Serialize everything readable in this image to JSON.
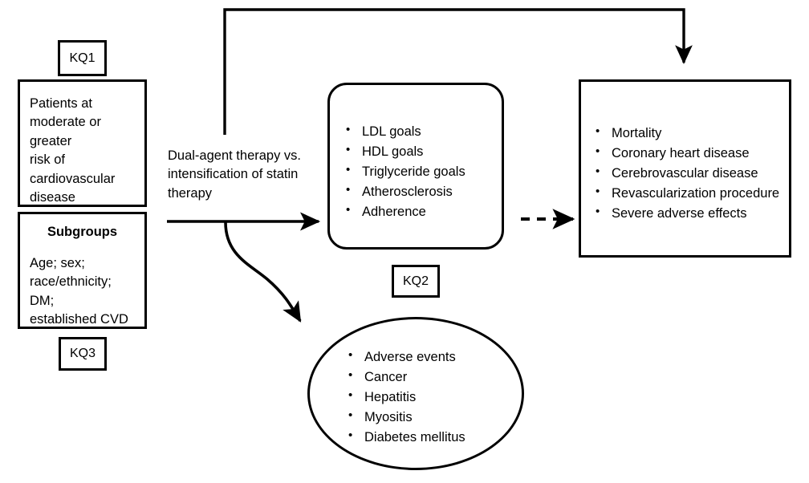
{
  "diagram": {
    "type": "analytic-framework",
    "title": "",
    "background_color": "#ffffff",
    "line_color": "#000000",
    "text_color": "#000000"
  },
  "nodes": {
    "kq1_tag": {
      "label": "KQ1"
    },
    "kq2_tag": {
      "label": "KQ2"
    },
    "kq3_tag": {
      "label": "KQ3"
    },
    "population_box": {
      "text": "Patients at\nmoderate or greater\nrisk of\ncardiovascular\ndisease"
    },
    "subgroups_box": {
      "title": "Subgroups",
      "text": "Age; sex;\nrace/ethnicity; DM;\nestablished CVD"
    },
    "intervention_text": {
      "text": "Dual-agent therapy vs.\nintensification of statin\ntherapy"
    },
    "intermediate_outcomes_box": {
      "shape": "rounded-rectangle",
      "items": [
        "LDL goals",
        "HDL goals",
        "Triglyceride goals",
        "Atherosclerosis",
        "Adherence"
      ]
    },
    "health_outcomes_box": {
      "shape": "rectangle",
      "items": [
        "Mortality",
        "Coronary heart disease",
        "Cerebrovascular disease",
        "Revascularization procedure",
        "Severe adverse effects"
      ]
    },
    "harms_ellipse": {
      "shape": "ellipse",
      "items": [
        "Adverse events",
        "Cancer",
        "Hepatitis",
        "Myositis",
        "Diabetes mellitus"
      ]
    }
  },
  "edges": [
    {
      "name": "population-to-intermediate",
      "style": "solid",
      "arrow": "single"
    },
    {
      "name": "intervention-to-health-outcomes-overhead",
      "style": "solid",
      "arrow": "single"
    },
    {
      "name": "intervention-to-harms-ellipse",
      "style": "solid-curved",
      "arrow": "single"
    },
    {
      "name": "intermediate-to-health-outcomes",
      "style": "dashed",
      "arrow": "single"
    }
  ]
}
